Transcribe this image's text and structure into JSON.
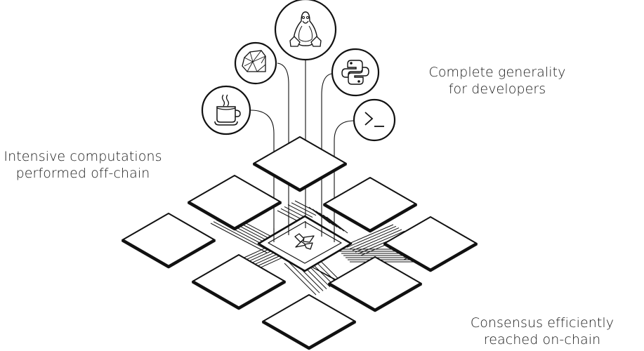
{
  "labels": {
    "generality": [
      "Complete generality",
      "for developers"
    ],
    "offchain": [
      "Intensive computations",
      "performed off-chain"
    ],
    "consensus": [
      "Consensus efficiently",
      "reached on-chain"
    ]
  },
  "icons": [
    {
      "name": "java-cup-icon",
      "meaning": "Java"
    },
    {
      "name": "ruby-gem-icon",
      "meaning": "Ruby"
    },
    {
      "name": "linux-penguin-icon",
      "meaning": "Linux"
    },
    {
      "name": "python-icon",
      "meaning": "Python"
    },
    {
      "name": "terminal-prompt-icon",
      "meaning": "Terminal",
      "glyph": ">_"
    }
  ],
  "tiles": [
    "top",
    "upper-left",
    "upper-right",
    "left",
    "right",
    "lower-left",
    "lower-right",
    "bottom"
  ],
  "center_chip": {
    "name": "central-chip",
    "logo": "logo-icon"
  },
  "colors": {
    "stroke": "#111111",
    "background": "#ffffff",
    "text": "#1a1a1a"
  }
}
